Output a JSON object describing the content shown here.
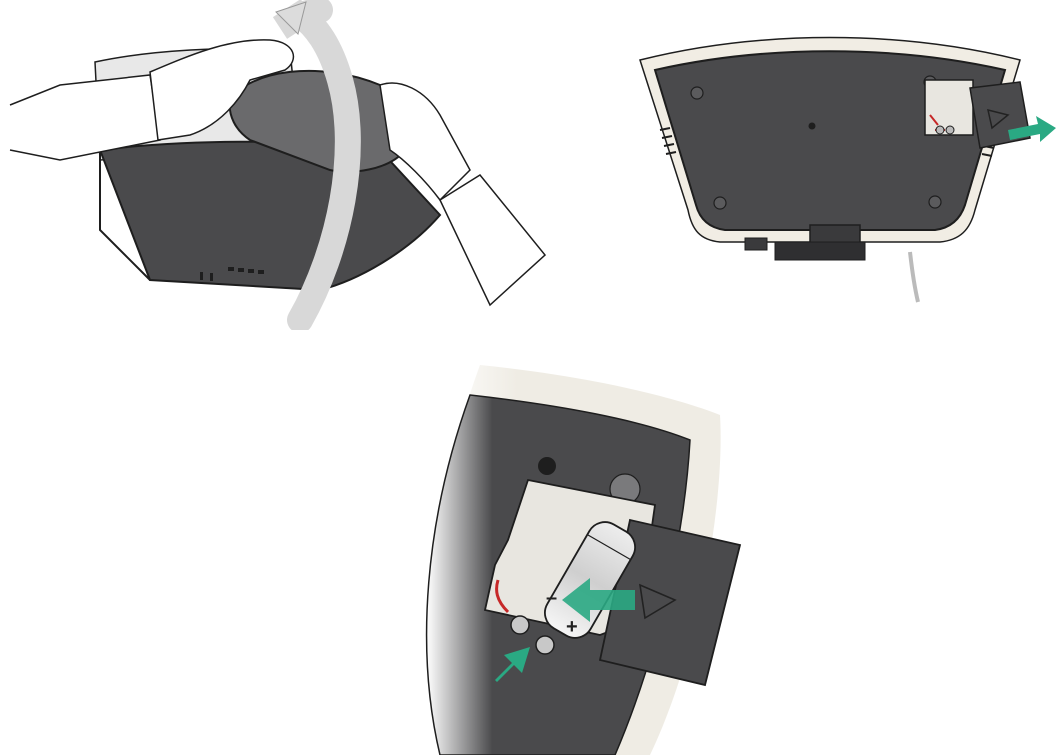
{
  "diagram": {
    "steps": [
      {
        "name": "flip-unit-over"
      },
      {
        "name": "remove-battery-door"
      },
      {
        "name": "insert-battery"
      }
    ],
    "battery_labels": {
      "minus": "–",
      "plus": "+"
    },
    "colors": {
      "device_body": "#4a4a4c",
      "device_dark": "#3a3a3c",
      "bezel": "#f1ede4",
      "arrow_teal": "#2aa983",
      "rotation_arrow": "#e6e6e6",
      "outline": "#1e1e1e"
    },
    "icons": [
      "rotation-arrow-icon",
      "pull-arrow-icon",
      "insert-arrow-icon",
      "press-arrow-icon"
    ]
  }
}
